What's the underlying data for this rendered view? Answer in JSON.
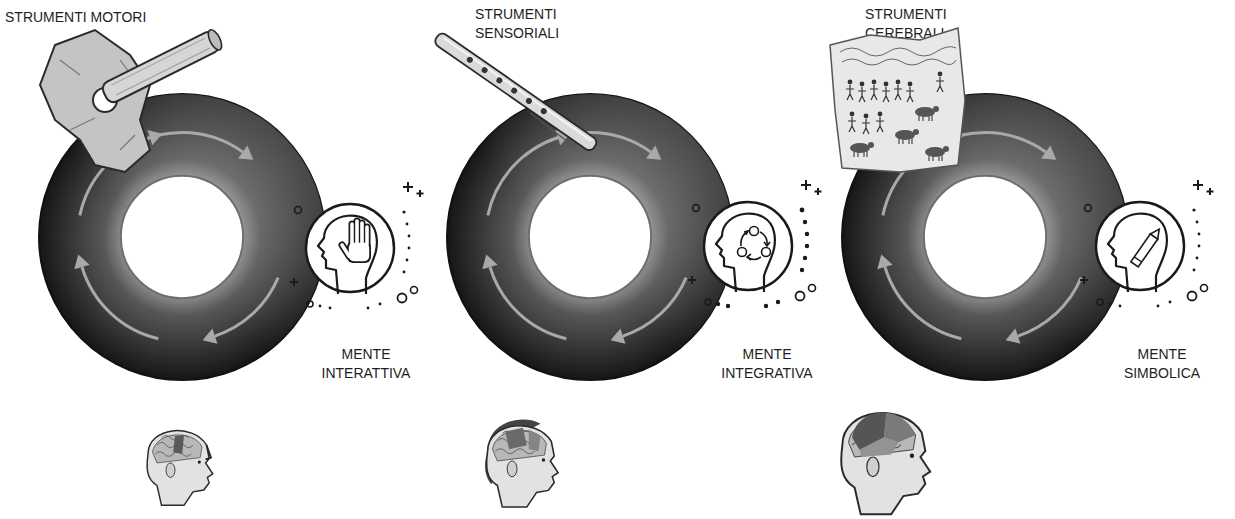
{
  "diagram": {
    "nodes": [
      {
        "text": [
          "STRUMENTI MOTORI"
        ]
      },
      {
        "text": [
          "MENTE INTERATTIVA"
        ]
      },
      {
        "text": [
          "STRUMENTI SENSORIALI"
        ]
      },
      {
        "text": [
          "MENTE INTEGRATIVA"
        ]
      },
      {
        "text": [
          "STRUMENTI CEREBRALI"
        ]
      },
      {
        "text": [
          "MENTE SIMBOLICA"
        ]
      }
    ]
  }
}
